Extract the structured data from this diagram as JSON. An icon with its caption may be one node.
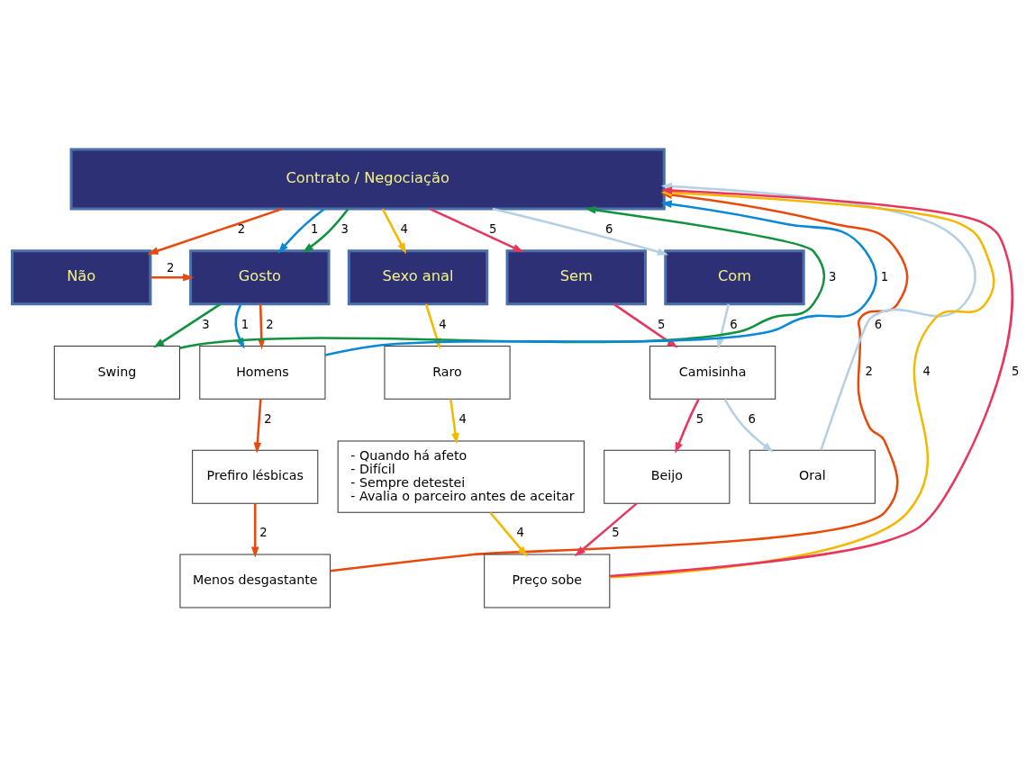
{
  "diagram": {
    "nodes": [
      {
        "text": [
          "Contrato / Negociação"
        ]
      },
      {
        "text": [
          "Gosto"
        ]
      },
      {
        "text": [
          "Não"
        ]
      },
      {
        "text": [
          "Sexo anal"
        ]
      },
      {
        "text": [
          "Sem"
        ]
      },
      {
        "text": [
          "Com"
        ]
      },
      {
        "text": [
          "Swing"
        ]
      },
      {
        "text": [
          "Homens"
        ]
      },
      {
        "text": [
          "Prefiro lésbicas"
        ]
      },
      {
        "text": [
          "Menos desgastante"
        ]
      },
      {
        "text": [
          "Raro"
        ]
      },
      {
        "text": [
          "- Quando há afeto",
          "- Difícil",
          "- Sempre detestei",
          "- Avalia o parceiro antes de aceitar"
        ]
      },
      {
        "text": [
          "Camisinha"
        ]
      },
      {
        "text": [
          "Beijo"
        ]
      },
      {
        "text": [
          "Oral"
        ]
      },
      {
        "text": [
          "Preço sobe"
        ]
      }
    ],
    "edges": [
      {
        "from": 0,
        "to": 1,
        "arrow": "to",
        "label": "1",
        "color": "#0a88d8"
      },
      {
        "from": 0,
        "to": 1,
        "arrow": "to",
        "label": "3",
        "color": "#11923e"
      },
      {
        "from": 0,
        "to": 2,
        "arrow": "to",
        "label": "2",
        "color": "#e84a0c"
      },
      {
        "from": 2,
        "to": 1,
        "arrow": "to",
        "label": "2",
        "color": "#e84a0c"
      },
      {
        "from": 1,
        "to": 6,
        "arrow": "to",
        "label": "3",
        "color": "#11923e"
      },
      {
        "from": 1,
        "to": 7,
        "arrow": "to",
        "label": "1",
        "color": "#0a88d8"
      },
      {
        "from": 1,
        "to": 7,
        "arrow": "to",
        "label": "2",
        "color": "#e84a0c"
      },
      {
        "from": 6,
        "to": 0,
        "arrow": "to",
        "label": "3",
        "color": "#11923e"
      },
      {
        "from": 7,
        "to": 0,
        "arrow": "to",
        "label": "1",
        "color": "#0a88d8"
      },
      {
        "from": 7,
        "to": 8,
        "arrow": "to",
        "label": "2",
        "color": "#e84a0c"
      },
      {
        "from": 8,
        "to": 9,
        "arrow": "to",
        "label": "2",
        "color": "#e84a0c"
      },
      {
        "from": 9,
        "to": 0,
        "arrow": "to",
        "label": "2",
        "color": "#e84a0c"
      },
      {
        "from": 0,
        "to": 3,
        "arrow": "to",
        "label": "4",
        "color": "#f5b800"
      },
      {
        "from": 3,
        "to": 10,
        "arrow": "to",
        "label": "4",
        "color": "#f5b800"
      },
      {
        "from": 10,
        "to": 11,
        "arrow": "to",
        "label": "4",
        "color": "#f5b800"
      },
      {
        "from": 11,
        "to": 15,
        "arrow": "to",
        "label": "4",
        "color": "#f5b800"
      },
      {
        "from": 15,
        "to": 0,
        "arrow": "to",
        "label": "4",
        "color": "#f5b800"
      },
      {
        "from": 0,
        "to": 4,
        "arrow": "to",
        "label": "5",
        "color": "#e8365d"
      },
      {
        "from": 4,
        "to": 12,
        "arrow": "to",
        "label": "5",
        "color": "#e8365d"
      },
      {
        "from": 12,
        "to": 13,
        "arrow": "to",
        "label": "5",
        "color": "#e8365d"
      },
      {
        "from": 13,
        "to": 15,
        "arrow": "to",
        "label": "5",
        "color": "#e8365d"
      },
      {
        "from": 15,
        "to": 0,
        "arrow": "to",
        "label": "5",
        "color": "#e8365d"
      },
      {
        "from": 0,
        "to": 5,
        "arrow": "to",
        "label": "6",
        "color": "#b4d0e2"
      },
      {
        "from": 5,
        "to": 12,
        "arrow": "to",
        "label": "6",
        "color": "#b4d0e2"
      },
      {
        "from": 12,
        "to": 14,
        "arrow": "to",
        "label": "6",
        "color": "#b4d0e2"
      },
      {
        "from": 14,
        "to": 0,
        "arrow": "to",
        "label": "6",
        "color": "#b4d0e2"
      }
    ]
  }
}
